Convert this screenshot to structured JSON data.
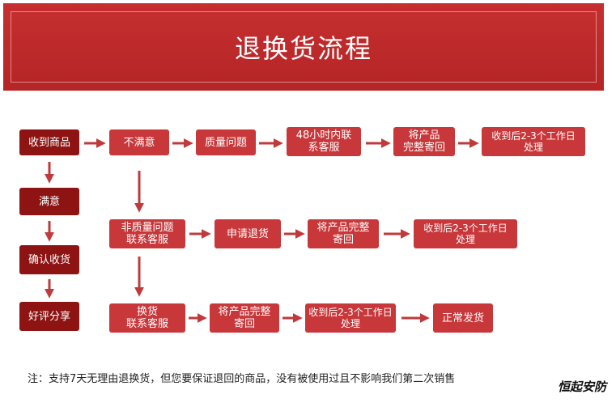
{
  "header": {
    "title": "退换货流程"
  },
  "nodes": {
    "receive": "收到商品",
    "satisfied": "满意",
    "confirm": "确认收货",
    "review": "好评分享",
    "unsatisfied": "不满意",
    "quality": "质量问题",
    "contact48": "48小时内联\n系客服",
    "sendback1": "将产品\n完整寄回",
    "process1": "收到后2-3个工作日\n处理",
    "nonquality": "非质量问题\n联系客服",
    "refund": "申请退货",
    "sendback2": "将产品完整\n寄回",
    "process2": "收到后2-3个工作日\n处理",
    "exchange": "换货\n联系客服",
    "sendback3": "将产品完整\n寄回",
    "process3": "收到后2-3个工作日\n处理",
    "ship": "正常发货"
  },
  "note": "注：支持7天无理由退换货，但您要保证退回的商品，没有被使用过且不影响我们第二次销售",
  "brand": "恒起安防",
  "colors": {
    "header": "#c0292a",
    "node_dark": "#8e1414",
    "node": "#c8373a",
    "arrow": "#c0393b"
  }
}
